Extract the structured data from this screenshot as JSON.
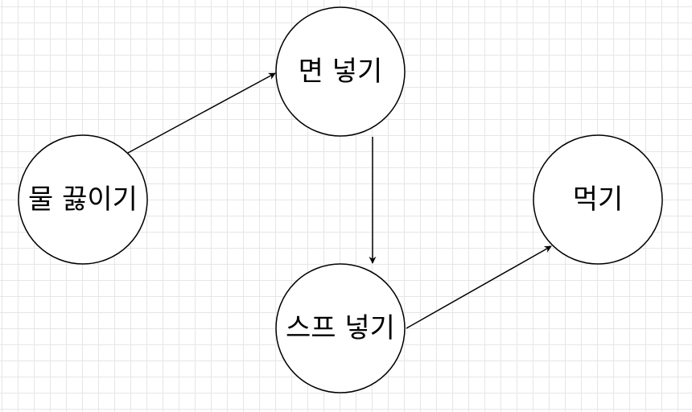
{
  "nodes": {
    "boil_water": "물 끓이기",
    "add_noodles": "면 넣기",
    "add_soup": "스프 넣기",
    "eat": "먹기"
  },
  "edges": [
    {
      "from": "물 끓이기",
      "to": "면 넣기"
    },
    {
      "from": "면 넣기",
      "to": "스프 넣기"
    },
    {
      "from": "스프 넣기",
      "to": "먹기"
    }
  ],
  "colors": {
    "grid": "#e6e6e6",
    "stroke": "#000000",
    "fill": "#ffffff"
  }
}
